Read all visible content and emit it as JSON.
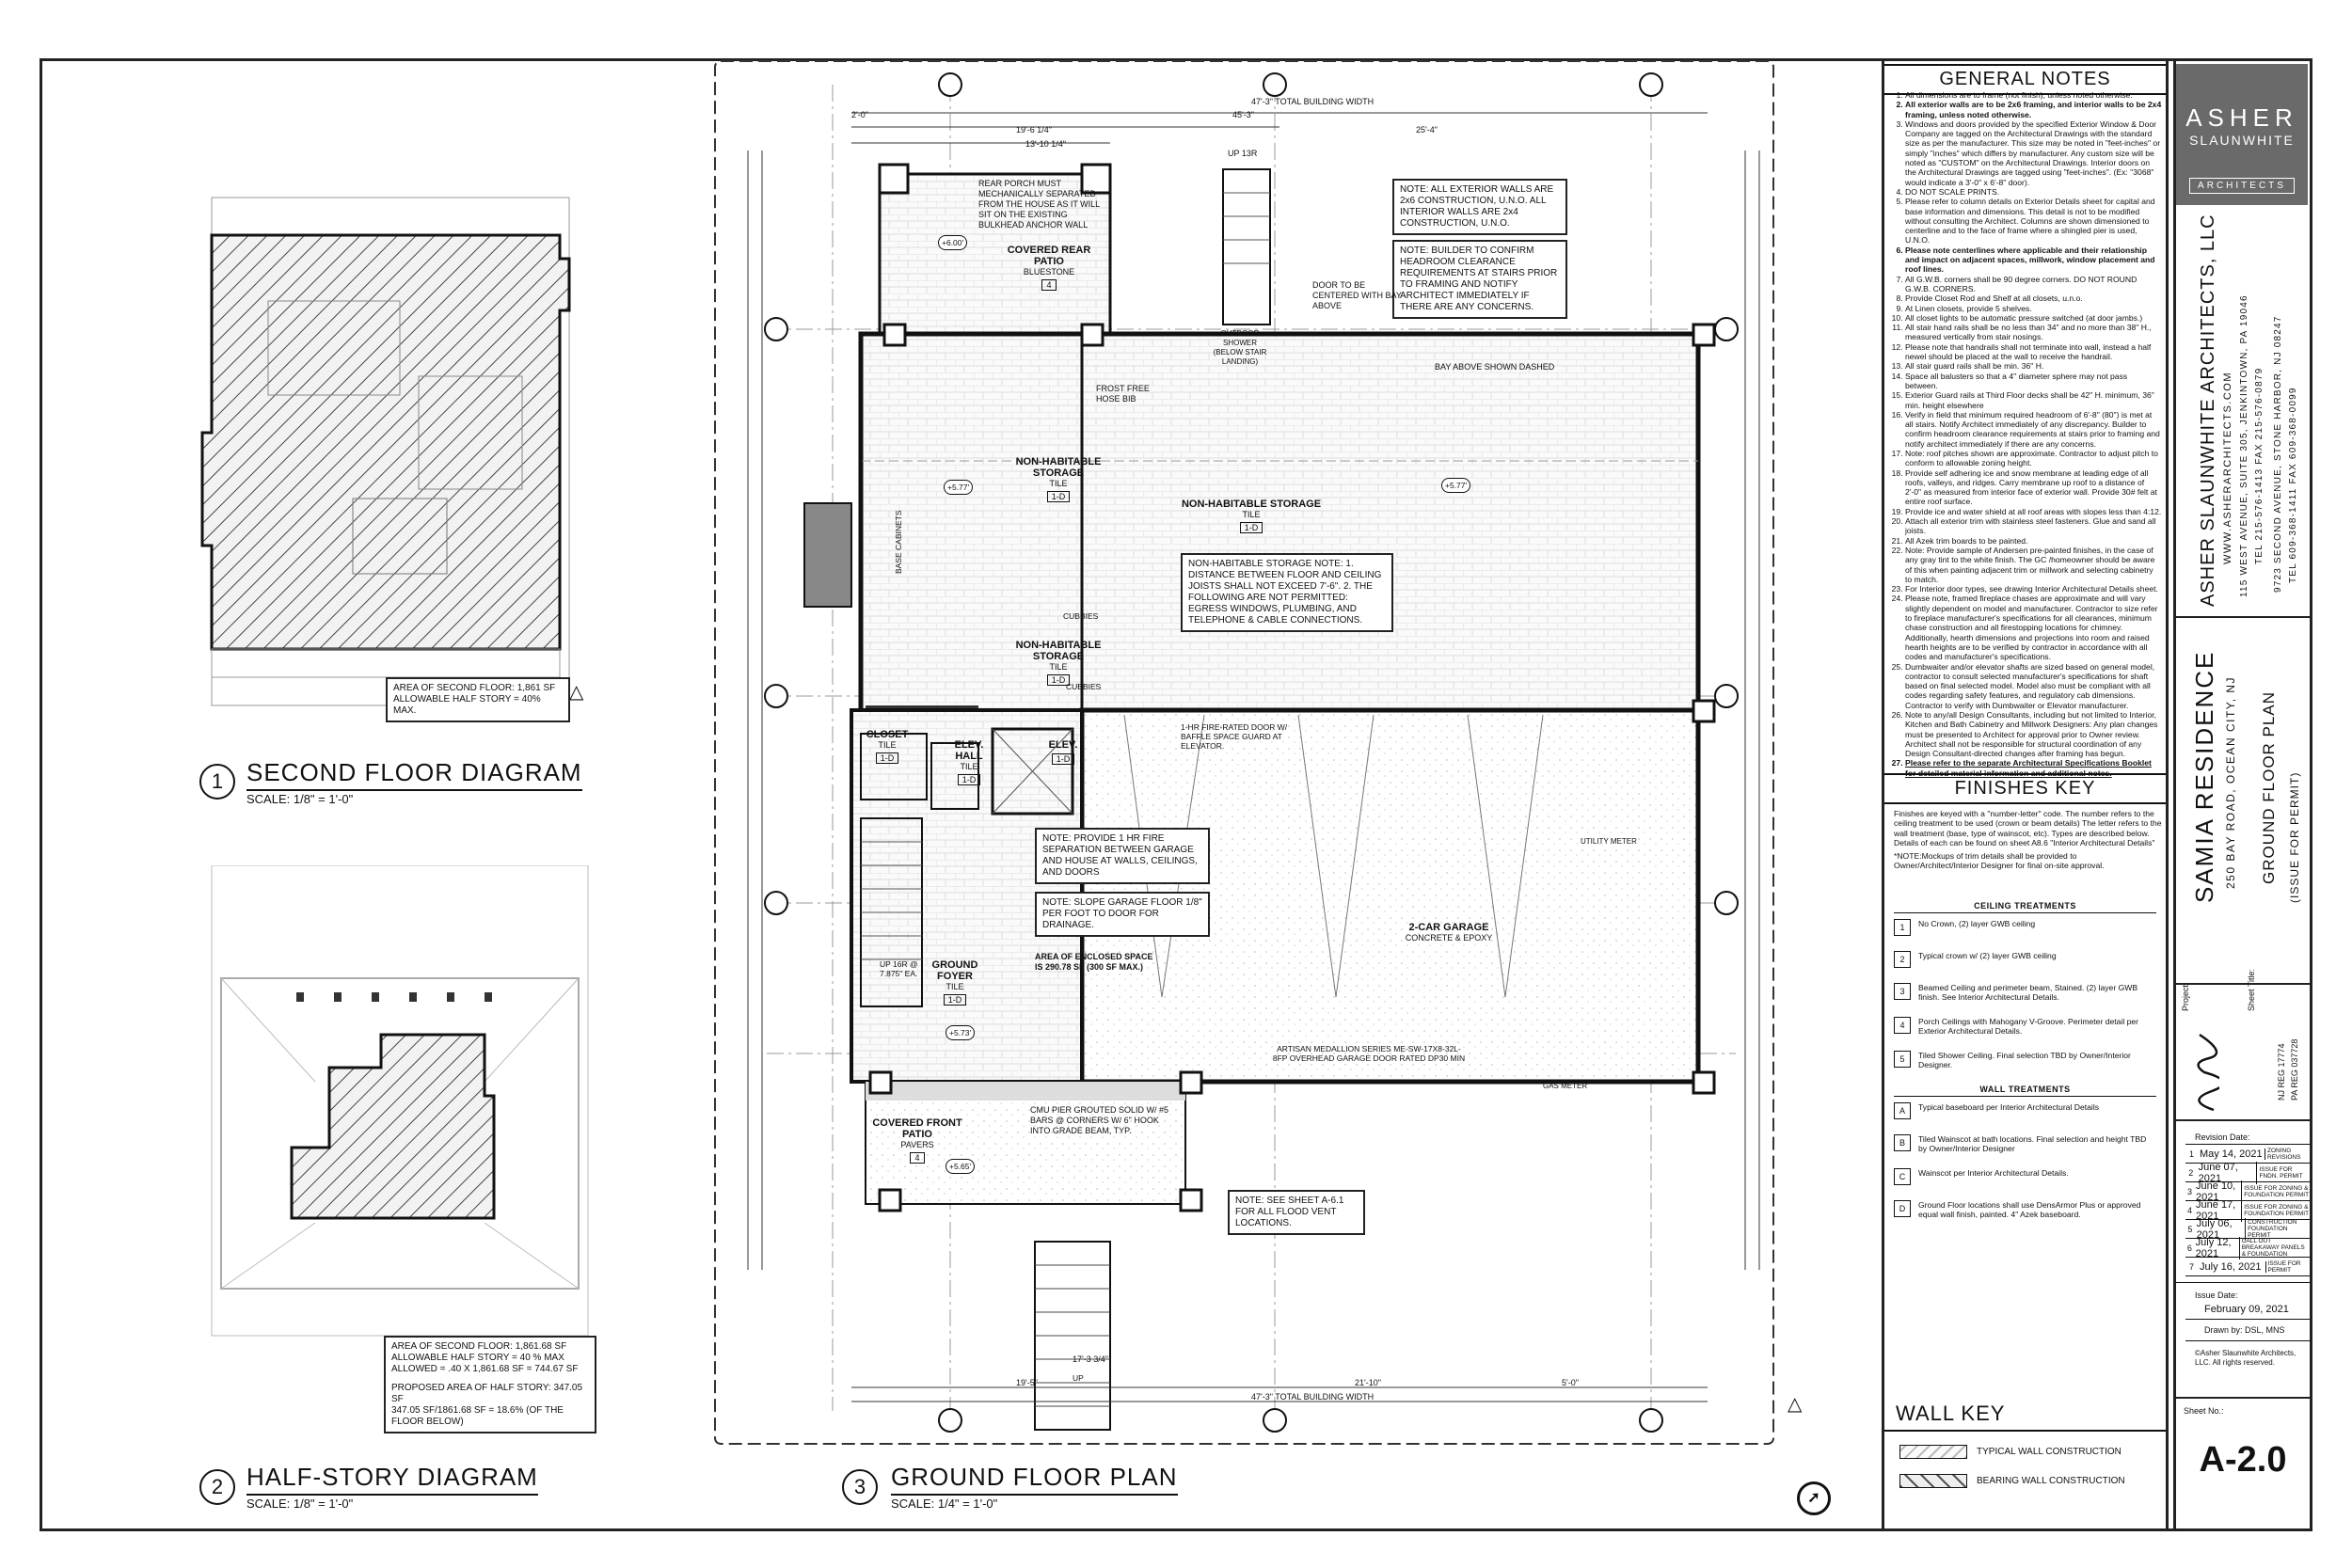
{
  "drawings": [
    {
      "number": "1",
      "title": "SECOND FLOOR DIAGRAM",
      "scale": "SCALE: 1/8\" = 1'-0\""
    },
    {
      "number": "2",
      "title": "HALF-STORY DIAGRAM",
      "scale": "SCALE: 1/8\" = 1'-0\""
    },
    {
      "number": "3",
      "title": "GROUND FLOOR PLAN",
      "scale": "SCALE: 1/4\" = 1'-0\""
    }
  ],
  "second_floor_area_note": [
    "AREA OF SECOND FLOOR: 1,861 SF",
    "ALLOWABLE HALF STORY = 40% MAX."
  ],
  "half_story_area_note": [
    "AREA OF SECOND FLOOR: 1,861.68 SF",
    "ALLOWABLE HALF STORY = 40 % MAX",
    "ALLOWED = .40 X 1,861.68 SF = 744.67 SF",
    "",
    "PROPOSED AREA OF HALF STORY: 347.05 SF",
    "347.05 SF/1861.68 SF = 18.6% (OF THE FLOOR BELOW)"
  ],
  "plan": {
    "dims_top": [
      "47'-3\" TOTAL BUILDING WIDTH",
      "45'-3\"",
      "25'-4\"",
      "19'-6 1/4\"",
      "13'-10 1/4\"",
      "2'-0\""
    ],
    "dims_bottom": [
      "47'-3\" TOTAL BUILDING WIDTH",
      "19'-5\"",
      "21'-10\"",
      "5'-0\"",
      "17'-3 3/4\""
    ],
    "rooms": [
      {
        "name": "COVERED REAR PATIO",
        "sub": "BLUESTONE",
        "tag": "4"
      },
      {
        "name": "NON-HABITABLE STORAGE",
        "sub": "TILE",
        "tag": "1-D"
      },
      {
        "name": "NON-HABITABLE STORAGE",
        "sub": "TILE",
        "tag": "1-D"
      },
      {
        "name": "NON-HABITABLE STORAGE",
        "sub": "TILE",
        "tag": "1-D"
      },
      {
        "name": "CLOSET",
        "sub": "TILE",
        "tag": "1-D"
      },
      {
        "name": "ELEV. HALL",
        "sub": "TILE",
        "tag": "1-D"
      },
      {
        "name": "ELEV.",
        "sub": "",
        "tag": "1-D"
      },
      {
        "name": "2-CAR GARAGE",
        "sub": "CONCRETE & EPOXY",
        "tag": ""
      },
      {
        "name": "GROUND FOYER",
        "sub": "TILE",
        "tag": "1-D"
      },
      {
        "name": "COVERED FRONT PATIO",
        "sub": "PAVERS",
        "tag": "4"
      }
    ],
    "notes": [
      "NOTE: ALL EXTERIOR WALLS ARE 2x6 CONSTRUCTION, U.N.O. ALL INTERIOR WALLS ARE 2x4 CONSTRUCTION, U.N.O.",
      "NOTE: BUILDER TO CONFIRM HEADROOM CLEARANCE REQUIREMENTS AT STAIRS PRIOR TO FRAMING AND NOTIFY ARCHITECT IMMEDIATELY IF THERE ARE ANY CONCERNS.",
      "NON-HABITABLE STORAGE NOTE: 1. DISTANCE BETWEEN FLOOR AND CEILING JOISTS SHALL NOT EXCEED 7'-6\". 2. THE FOLLOWING ARE NOT PERMITTED: EGRESS WINDOWS, PLUMBING, AND TELEPHONE & CABLE CONNECTIONS.",
      "NOTE: PROVIDE 1 HR FIRE SEPARATION BETWEEN GARAGE AND HOUSE AT WALLS, CEILINGS, AND DOORS",
      "NOTE: SLOPE GARAGE FLOOR 1/8\" PER FOOT TO DOOR FOR DRAINAGE.",
      "NOTE: SEE SHEET A-6.1 FOR ALL FLOOD VENT LOCATIONS."
    ],
    "callouts": [
      "REAR PORCH MUST MECHANICALLY SEPARATED FROM THE HOUSE AS IT WILL SIT ON THE EXISTING BULKHEAD ANCHOR WALL",
      "DOOR TO BE CENTERED WITH BAY ABOVE",
      "BAY ABOVE SHOWN DASHED",
      "OUTDOOR SHOWER (BELOW STAIR LANDING)",
      "FROST FREE HOSE BIB",
      "AREA OF ENCLOSED SPACE IS 290.78 SF (300 SF MAX.)",
      "1-HR FIRE-RATED DOOR W/ BAFFLE SPACE GUARD AT ELEVATOR.",
      "ARTISAN MEDALLION SERIES ME-SW-17X8-32L-8FP OVERHEAD GARAGE DOOR RATED DP30 MIN",
      "CMU PIER GROUTED SOLID W/ #5 BARS @ CORNERS W/ 6\" HOOK INTO GRADE BEAM, TYP.",
      "UTILITY METER",
      "GAS METER",
      "CUBBIES",
      "BASE CABINETS",
      "UP 13R",
      "UP 16R @ 7.875\" EA.",
      "UP"
    ],
    "elevations": [
      "+6.00'",
      "+5.77'",
      "+5.77'",
      "+5.73'",
      "+5.65'"
    ]
  },
  "general_notes": {
    "title": "GENERAL NOTES",
    "items": [
      "All dimensions are to frame (not finish), unless noted otherwise.",
      "All exterior walls are to be 2x6 framing, and interior walls to be 2x4 framing, unless noted otherwise.",
      "Windows and doors provided by the specified Exterior Window & Door Company are tagged on the Architectural Drawings with the standard size as per the manufacturer. This size may be noted in \"feet-inches\" or simply \"inches\" which differs by manufacturer. Any custom size will be noted as \"CUSTOM\" on the Architectural Drawings. Interior doors on the Architectural Drawings are tagged using \"feet-inches\". (Ex: \"3068\" would indicate a 3'-0\" x 6'-8\" door).",
      "DO NOT SCALE PRINTS.",
      "Please refer to column details on Exterior Details sheet for capital and base information and dimensions. This detail is not to be modified without consulting the Architect. Columns are shown dimensioned to centerline and to the face of frame where a shingled pier is used, U.N.O.",
      "Please note centerlines where applicable and their relationship and impact on adjacent spaces, millwork, window placement and roof lines.",
      "All G.W.B. corners shall be 90 degree corners. DO NOT ROUND G.W.B. CORNERS.",
      "Provide Closet Rod and Shelf at all closets, u.n.o.",
      "At Linen closets, provide 5 shelves.",
      "All closet lights to be automatic pressure switched (at door jambs.)",
      "All stair hand rails shall be no less than 34\" and no more than 38\" H., measured vertically from stair nosings.",
      "Please note that handrails shall not terminate into wall, instead a half newel should be placed at the wall to receive the handrail.",
      "All stair guard rails shall be min. 36\" H.",
      "Space all balusters so that a 4\" diameter sphere may not pass between.",
      "Exterior Guard rails at Third Floor decks shall be 42\" H. minimum, 36\" min. height elsewhere",
      "Verify in field that minimum required headroom of 6'-8\" (80\") is met at all stairs. Notify Architect immediately of any discrepancy. Builder to confirm headroom clearance requirements at stairs prior to framing and notify architect immediately if there are any concerns.",
      "Note: roof pitches shown are approximate. Contractor to adjust pitch to conform to allowable zoning height.",
      "Provide self adhering ice and snow membrane at leading edge of all roofs, valleys, and ridges. Carry membrane up roof to a distance of 2'-0\" as measured from interior face of exterior wall. Provide 30# felt at entire roof surface.",
      "Provide ice and water shield at all roof areas with slopes less than 4:12.",
      "Attach all exterior trim with stainless steel fasteners. Glue and sand all joists.",
      "All Azek trim boards to be painted.",
      "Note: Provide sample of Andersen pre-painted finishes, in the case of any gray tint to the white finish. The GC /homeowner should be aware of this when painting adjacent trim or millwork and selecting cabinetry to match.",
      "For Interior door types, see drawing Interior Architectural Details sheet.",
      "Please note, framed fireplace chases are approximate and will vary slightly dependent on model and manufacturer. Contractor to size refer to fireplace manufacturer's specifications for all clearances, minimum chase construction and all firestopping locations for chimney. Additionally, hearth dimensions and projections into room and raised hearth heights are to be verified by contractor in accordance with all codes and manufacturer's specifications.",
      "Dumbwaiter and/or elevator shafts are sized based on general model, contractor to consult selected manufacturer's specifications for shaft based on final selected model. Model also must be compliant with all codes regarding safety features, and regulatory cab dimensions. Contractor to verify with Dumbwaiter or Elevator manufacturer.",
      "Note to any/all Design Consultants, including but not limited to Interior, Kitchen and Bath Cabinetry and Millwork Designers: Any plan changes must be presented to Architect for approval prior to Owner review. Architect shall not be responsible for structural coordination of any Design Consultant-directed changes after framing has begun.",
      "Please refer to the separate Architectural Specifications Booklet for detailed material information and additional notes."
    ]
  },
  "finishes_key": {
    "title": "FINISHES KEY",
    "intro": "Finishes are keyed with a \"number-letter\" code. The number refers to the ceiling treatment to be used (crown or beam details) The letter refers to the wall treatment (base, type of wainscot, etc). Types are described below. Details of each can be found on sheet A8.6 \"Interior Architectural Details\"",
    "intro_note": "*NOTE:Mockups of trim details shall be provided to Owner/Architect/Interior Designer for final on-site approval.",
    "ceiling_title": "CEILING TREATMENTS",
    "ceiling": [
      {
        "key": "1",
        "text": "No Crown, (2) layer GWB ceiling"
      },
      {
        "key": "2",
        "text": "Typical crown w/ (2) layer GWB ceiling"
      },
      {
        "key": "3",
        "text": "Beamed Ceiling and perimeter beam, Stained. (2) layer GWB finish. See Interior Architectural Details."
      },
      {
        "key": "4",
        "text": "Porch Ceilings with Mahogany V-Groove. Perimeter detail per Exterior Architectural Details."
      },
      {
        "key": "5",
        "text": "Tiled Shower Ceiling. Final selection TBD by Owner/Interior Designer."
      }
    ],
    "wall_title": "WALL TREATMENTS",
    "wall": [
      {
        "key": "A",
        "text": "Typical baseboard per Interior Architectural Details"
      },
      {
        "key": "B",
        "text": "Tiled Wainscot at bath locations. Final selection and height TBD by Owner/Interior Designer"
      },
      {
        "key": "C",
        "text": "Wainscot per Interior Architectural Details."
      },
      {
        "key": "D",
        "text": "Ground Floor locations shall use DensArmor Plus or approved equal wall finish, painted. 4\" Azek baseboard."
      }
    ]
  },
  "wall_key": {
    "title": "WALL KEY",
    "items": [
      "TYPICAL WALL CONSTRUCTION",
      "BEARING WALL CONSTRUCTION"
    ]
  },
  "title_block": {
    "firm_top": "ASHER",
    "firm_mid": "SLAUNWHITE",
    "firm_bot": "ARCHITECTS",
    "firm_full": "ASHER SLAUNWHITE ARCHITECTS, LLC",
    "web": "WWW.ASHERARCHITECTS.COM",
    "addr1": "115 WEST AVENUE, SUITE 305, JENKINTOWN, PA 19046",
    "tel1": "TEL 215-576-1413   FAX 215-576-0879",
    "addr2": "9723 SECOND AVENUE, STONE HARBOR, NJ 08247",
    "tel2": "TEL 609-368-1411   FAX 609-368-0099",
    "project_label": "Project:",
    "project": "SAMIA RESIDENCE",
    "project_addr": "250 BAY ROAD, OCEAN CITY, NJ",
    "sheet_title_label": "Sheet Title:",
    "sheet_title": "GROUND FLOOR PLAN",
    "sheet_subtitle": "(ISSUE FOR PERMIT)",
    "reg1": "NJ REG 17774",
    "reg2": "PA REG 037728",
    "revision_label": "Revision Date:",
    "revisions": [
      {
        "n": "1",
        "date": "May 14, 2021",
        "desc": "ZONING REVISIONS"
      },
      {
        "n": "2",
        "date": "June 07, 2021",
        "desc": "ISSUE FOR FNDN. PERMIT"
      },
      {
        "n": "3",
        "date": "June 10, 2021",
        "desc": "ISSUE FOR ZONING & FOUNDATION PERMIT"
      },
      {
        "n": "4",
        "date": "June 17, 2021",
        "desc": "ISSUE FOR ZONING & FOUNDATION PERMIT"
      },
      {
        "n": "5",
        "date": "July 06, 2021",
        "desc": "CONSTRUCTION FOUNDATION PERMIT"
      },
      {
        "n": "6",
        "date": "July 12, 2021",
        "desc": "CALL OUT BREAKAWAY PANELS & FOUNDATION"
      },
      {
        "n": "7",
        "date": "July 16, 2021",
        "desc": "ISSUE FOR PERMIT"
      }
    ],
    "issue_label": "Issue Date:",
    "issue_date": "February 09, 2021",
    "drawn_by": "Drawn by: DSL, MNS",
    "copyright": "©Asher Slaunwhite Architects, LLC. All rights reserved.",
    "sheet_no_label": "Sheet No.:",
    "sheet_no": "A-2.0"
  }
}
